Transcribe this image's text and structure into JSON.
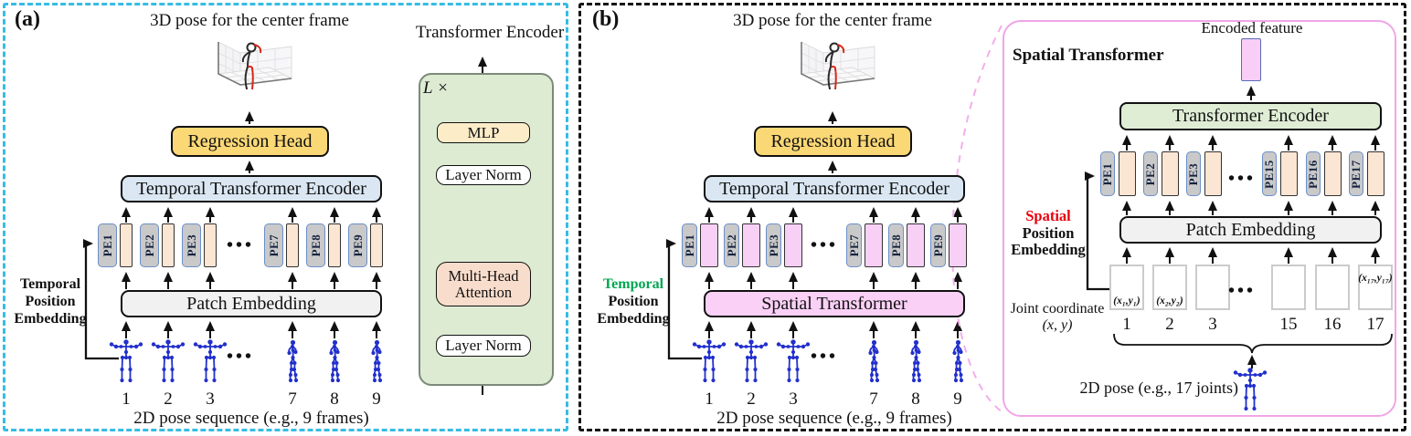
{
  "panel_a": {
    "tag": "(a)",
    "title": "3D pose for the center frame",
    "regression_head": "Regression Head",
    "temporal_transformer": "Temporal Transformer Encoder",
    "patch_embedding": "Patch Embedding",
    "pe_labels": [
      "PE1",
      "PE2",
      "PE3",
      "PE7",
      "PE8",
      "PE9"
    ],
    "ellipsis": "•••",
    "frame_numbers": [
      "1",
      "2",
      "3",
      "7",
      "8",
      "9"
    ],
    "caption": "2D pose sequence (e.g., 9 frames)",
    "position_label": {
      "line1": "Temporal",
      "line2": "Position",
      "line3": "Embedding"
    },
    "encoder_detail": {
      "title": "Transformer Encoder",
      "loop": "L ×",
      "mlp": "MLP",
      "layer_norm_top": "Layer Norm",
      "mha_line1": "Multi-Head",
      "mha_line2": "Attention",
      "layer_norm_bottom": "Layer Norm"
    }
  },
  "panel_b": {
    "tag": "(b)",
    "title": "3D pose for the center frame",
    "regression_head": "Regression Head",
    "temporal_transformer": "Temporal Transformer Encoder",
    "spatial_transformer": "Spatial Transformer",
    "pe_labels": [
      "PE1",
      "PE2",
      "PE3",
      "PE7",
      "PE8",
      "PE9"
    ],
    "ellipsis": "•••",
    "frame_numbers": [
      "1",
      "2",
      "3",
      "7",
      "8",
      "9"
    ],
    "caption": "2D pose sequence (e.g., 9 frames)",
    "position_label": {
      "line1": "Temporal",
      "line2": "Position",
      "line3": "Embedding"
    }
  },
  "spatial_detail": {
    "title": "Spatial Transformer",
    "encoded_feature": "Encoded feature",
    "transformer_encoder": "Transformer Encoder",
    "patch_embedding": "Patch Embedding",
    "pe_labels": [
      "PE1",
      "PE2",
      "PE3",
      "PE15",
      "PE16",
      "PE17"
    ],
    "ellipsis": "•••",
    "joint_numbers": [
      "1",
      "2",
      "3",
      "15",
      "16",
      "17"
    ],
    "coord_label_1": "(x₁,y₁)",
    "coord_label_2": "(x₂,y₂)",
    "coord_label_17": "(x₁₇,y₁₇)",
    "joint_coordinate_line1": "Joint coordinate",
    "joint_coordinate_line2": "(x, y)",
    "position_label": {
      "line1": "Spatial",
      "line2": "Position",
      "line3": "Embedding"
    },
    "pose_caption": "2D pose (e.g., 17 joints)"
  },
  "colors": {
    "panel_a_border": "#36BCE4",
    "panel_b_border": "#161616",
    "detail_panel_border": "#F0A6E8",
    "regression_head_fill": "#FBD876",
    "temporal_encoder_fill": "#DAE7F3",
    "patch_embedding_fill": "#F1F1F1",
    "spatial_transformer_fill": "#FAD0F6",
    "pe_box_fill": "#C9C9C9",
    "pe_box_border": "#6B8FC9",
    "feature_box_fill_a": "#FBE5D3",
    "feature_box_fill_b": "#F8CFF5",
    "encoder_panel_fill": "#DDEBD3",
    "mlp_fill": "#FCECC8",
    "attention_fill": "#F9DDCC",
    "encoded_feature_fill": "#F8CDF6",
    "skeleton_blue": "#2230CC",
    "temporal_green": "#00A651",
    "spatial_red": "#E8000B",
    "pose_highlight_red": "#D62718"
  }
}
